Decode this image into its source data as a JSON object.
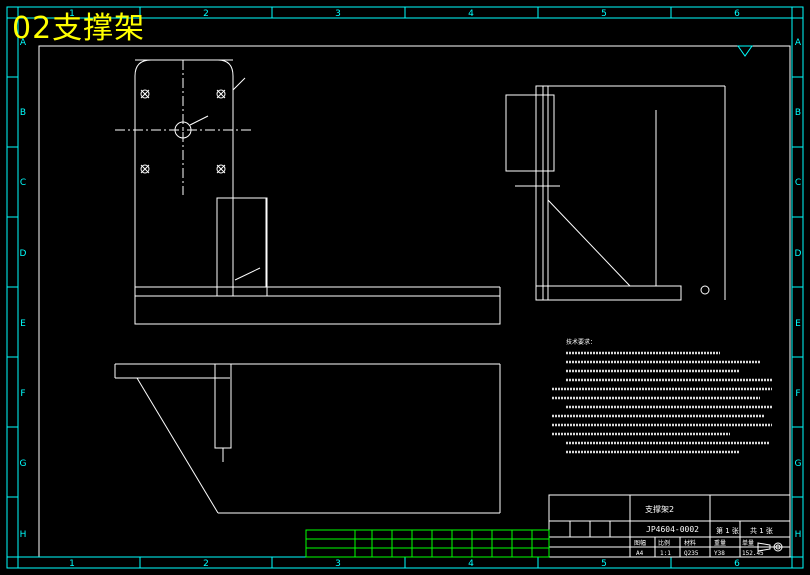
{
  "overlay_title": "02支撑架",
  "sheet_title": "支撑架2",
  "drawing_number": "JP4604-0002",
  "border": {
    "column_labels": [
      "1",
      "2",
      "3",
      "4",
      "5",
      "6"
    ],
    "row_labels": [
      "A",
      "B",
      "C",
      "D",
      "E",
      "F",
      "G",
      "H"
    ]
  },
  "title_block": {
    "sheet_label": "第 1 张",
    "total_label": "共 1 张",
    "size": "A4",
    "scale": "1:1",
    "material": "Q235",
    "weight": "Y38",
    "mass": "152.45",
    "header_labels": [
      "图幅",
      "比例",
      "材料",
      "重量",
      "单量"
    ]
  },
  "notes": {
    "heading": "技术要求："
  },
  "colors": {
    "background": "#000000",
    "frame": "#ffffff",
    "border": "#00ffff",
    "overlay": "#ffff00",
    "table": "#00ff00",
    "dimension": "#ffffff"
  }
}
